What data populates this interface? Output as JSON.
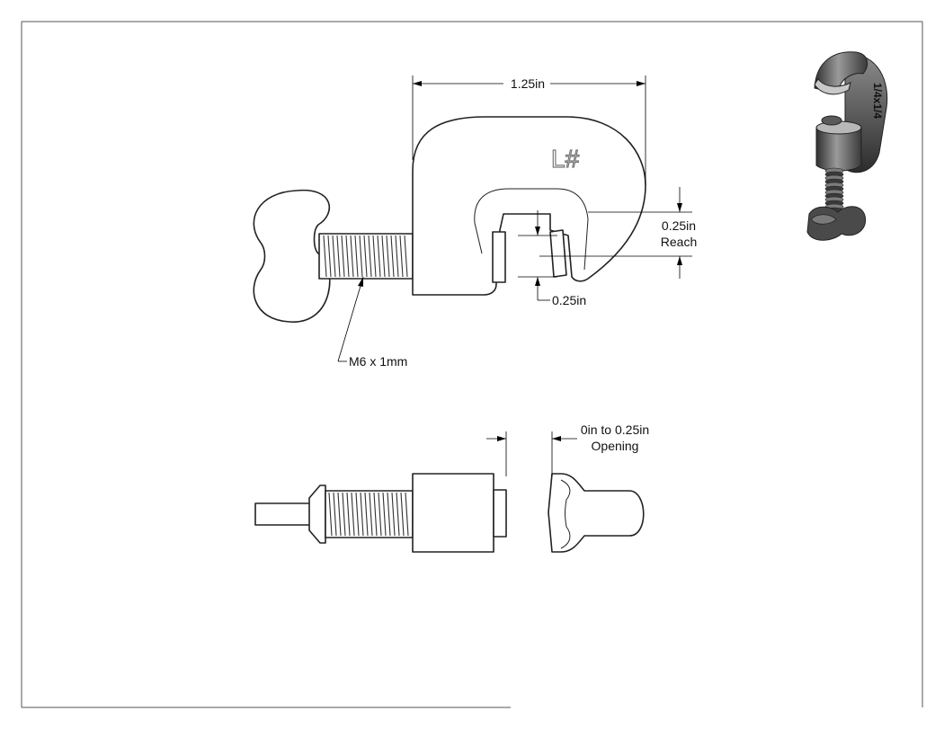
{
  "drawing": {
    "dimensions": {
      "width": "1.25in",
      "reach_value": "0.25in",
      "reach_label": "Reach",
      "depth": "0.25in",
      "opening_value": "0in to 0.25in",
      "opening_label": "Opening"
    },
    "callouts": {
      "thread": "M6 x 1mm"
    },
    "part_marks": {
      "front_engraving": "L#",
      "iso_engraving": "1/4x1/4"
    },
    "colors": {
      "line": "#222222",
      "iso_shade_dark": "#3a3a3a",
      "iso_shade_light": "#8a8a8a"
    }
  }
}
